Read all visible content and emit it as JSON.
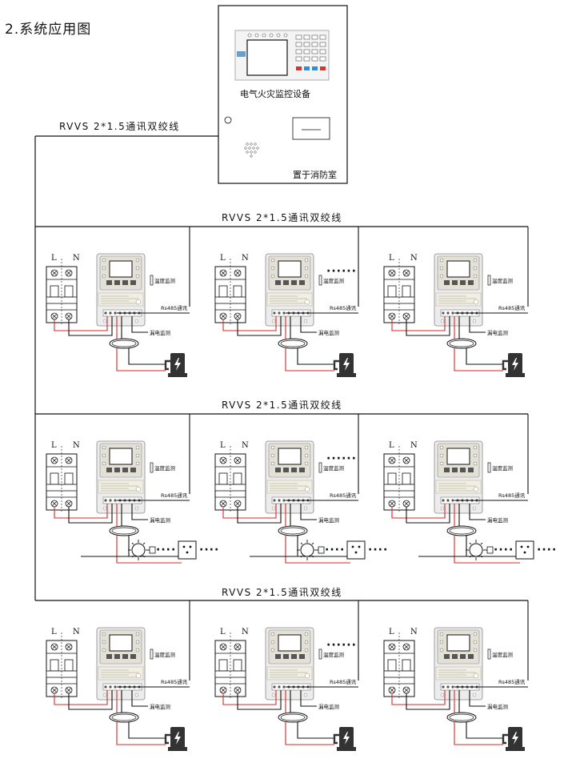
{
  "title": "2.系统应用图",
  "panel": {
    "name": "电气火灾监控设备",
    "location": "置于消防室"
  },
  "bus_cable_label": "RVVS 2*1.5通讯双绞线",
  "labels": {
    "temperature": "温度监测",
    "rs485": "Rs485通讯",
    "leakage": "漏电监测",
    "line": "L",
    "neutral": "N",
    "more": "······",
    "etc": "····"
  },
  "rows": [
    {
      "load": "charger"
    },
    {
      "load": "lamp-socket"
    },
    {
      "load": "charger"
    }
  ],
  "colors": {
    "wire_red": "#d62828",
    "wire_black": "#111111",
    "charger": "#333333",
    "led_blue": "#2a8fd6",
    "led_red": "#d9342b"
  }
}
